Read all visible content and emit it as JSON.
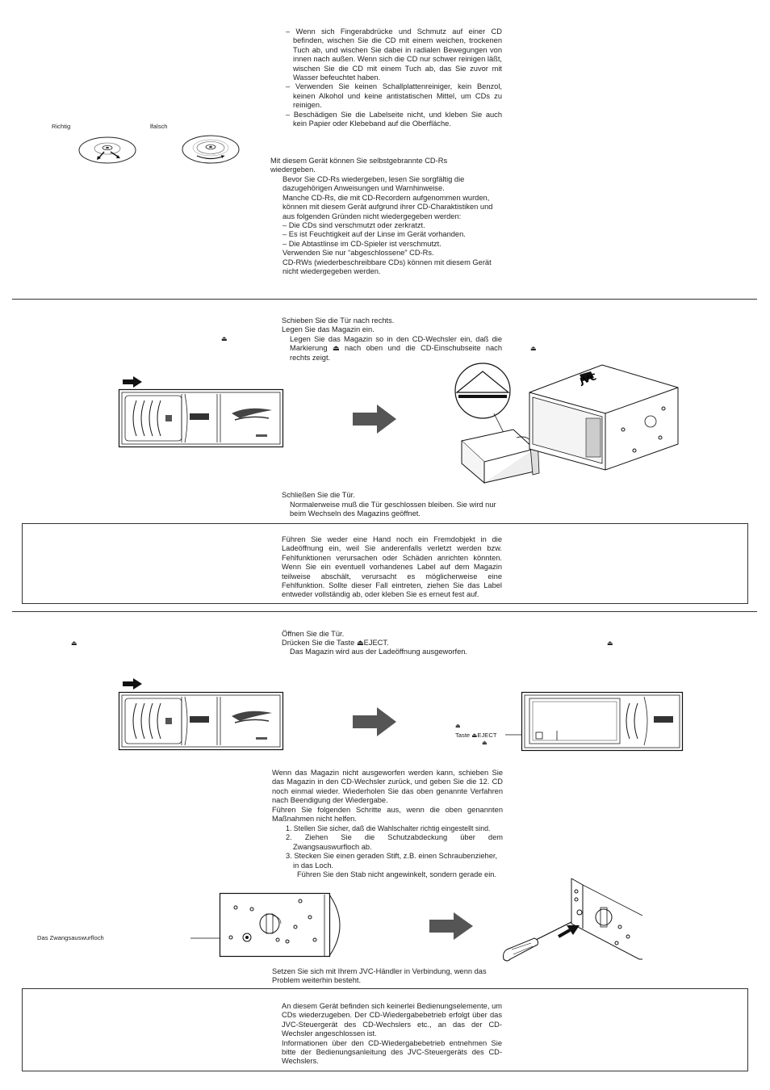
{
  "cd_care": {
    "bullets": [
      "–  Wenn sich Fingerabdrücke und Schmutz auf einer CD befinden, wischen Sie die CD mit einem weichen, trockenen Tuch ab, und wischen Sie dabei in radialen Bewegungen von innen nach außen. Wenn sich die CD nur schwer reinigen läßt, wischen Sie die CD mit einem Tuch ab, das Sie zuvor mit Wasser befeuchtet haben.",
      "–  Verwenden Sie keinen Schallplattenreiniger, kein Benzol, keinen Alkohol und keine antistatischen Mittel, um CDs zu reinigen.",
      "–  Beschädigen Sie die Labelseite nicht, und kleben Sie auch kein Papier oder Klebeband auf die Oberfläche."
    ],
    "label_correct": "Richtig",
    "label_wrong": "lfalsch"
  },
  "cdr": {
    "intro": "Mit diesem Gerät können Sie selbstgebrannte CD-Rs wiedergeben.",
    "lines": [
      "Bevor Sie CD-Rs wiedergeben, lesen Sie sorgfältig die dazugehörigen Anweisungen und Warnhinweise.",
      "Manche CD-Rs, die mit CD-Recordern aufgenommen wurden, können mit diesem Gerät aufgrund ihrer CD-Charaktistiken und aus folgenden Gründen nicht wiedergegeben werden:",
      "–  Die CDs sind verschmutzt oder zerkratzt.",
      "–  Es ist Feuchtigkeit auf der Linse im Gerät vorhanden.",
      "–  Die Abtastlinse im CD-Spieler ist verschmutzt.",
      "Verwenden Sie nur “abgeschlossene” CD-Rs.",
      "CD-RWs (wiederbeschreibbare CDs) können mit diesem Gerät nicht wiedergegeben werden."
    ]
  },
  "insert": {
    "step1": "Schieben Sie die Tür nach rechts.",
    "step2": "Legen Sie das Magazin ein.",
    "step2_note": "Legen Sie das Magazin so in den CD-Wechsler ein, daß die Markierung ⏏ nach oben und die CD-Einschubseite nach rechts zeigt.",
    "step3": "Schließen Sie die Tür.",
    "step3_note": "Normalerweise muß die Tür geschlossen bleiben. Sie wird nur beim Wechseln des Magazins geöffnet.",
    "eject_symbol": "⏏",
    "warning": "Führen Sie weder eine Hand noch ein Fremdobjekt in die Ladeöffnung ein, weil Sie anderenfalls verletzt werden bzw. Fehlfunktionen verursachen oder Schäden anrichten könnten. Wenn Sie ein eventuell vorhandenes Label auf dem Magazin teilweise abschält, verursacht es möglicherweise eine Fehlfunktion. Sollte dieser Fall eintreten, ziehen Sie das Label entweder vollständig ab, oder kleben Sie es erneut fest auf."
  },
  "eject": {
    "step1": "Öffnen Sie die Tür.",
    "step2": "Drücken Sie die Taste ⏏EJECT.",
    "step2_note": "Das Magazin wird aus der Ladeöffnung ausgeworfen.",
    "eject_symbol": "⏏",
    "button_label": "Taste ⏏EJECT",
    "trouble": "Wenn das Magazin nicht ausgeworfen werden kann, schieben Sie das Magazin in den CD-Wechsler zurück, und geben Sie die 12. CD noch einmal wieder. Wiederholen Sie das oben genannte Verfahren nach Beendigung der Wiedergabe.",
    "trouble2": "Führen Sie folgenden Schritte aus, wenn die oben genannten Maßnahmen nicht helfen.",
    "steps": [
      "1. Stellen Sie sicher, daß die Wahlschalter richtig eingestellt sind.",
      "2. Ziehen Sie die Schutzabdeckung über dem Zwangsauswurfloch ab.",
      "3. Stecken Sie einen geraden Stift, z.B. einen Schraubenzieher, in das Loch."
    ],
    "step3_note": "Führen Sie den Stab nicht angewinkelt, sondern gerade ein.",
    "hole_label": "Das Zwangsauswurfloch",
    "contact": "Setzen Sie sich mit Ihrem JVC-Händler in Verbindung, wenn das Problem weiterhin besteht.",
    "info": "An diesem Gerät befinden sich keinerlei Bedienungselemente, um CDs wiederzugeben. Der CD-Wiedergabebetrieb erfolgt über das JVC-Steuergerät des CD-Wechslers etc., an das der CD-Wechsler angeschlossen ist.\nInformationen über den CD-Wiedergabebetrieb entnehmen Sie bitte der Bedienungsanleitung des JVC-Steuergeräts des CD-Wechslers."
  }
}
